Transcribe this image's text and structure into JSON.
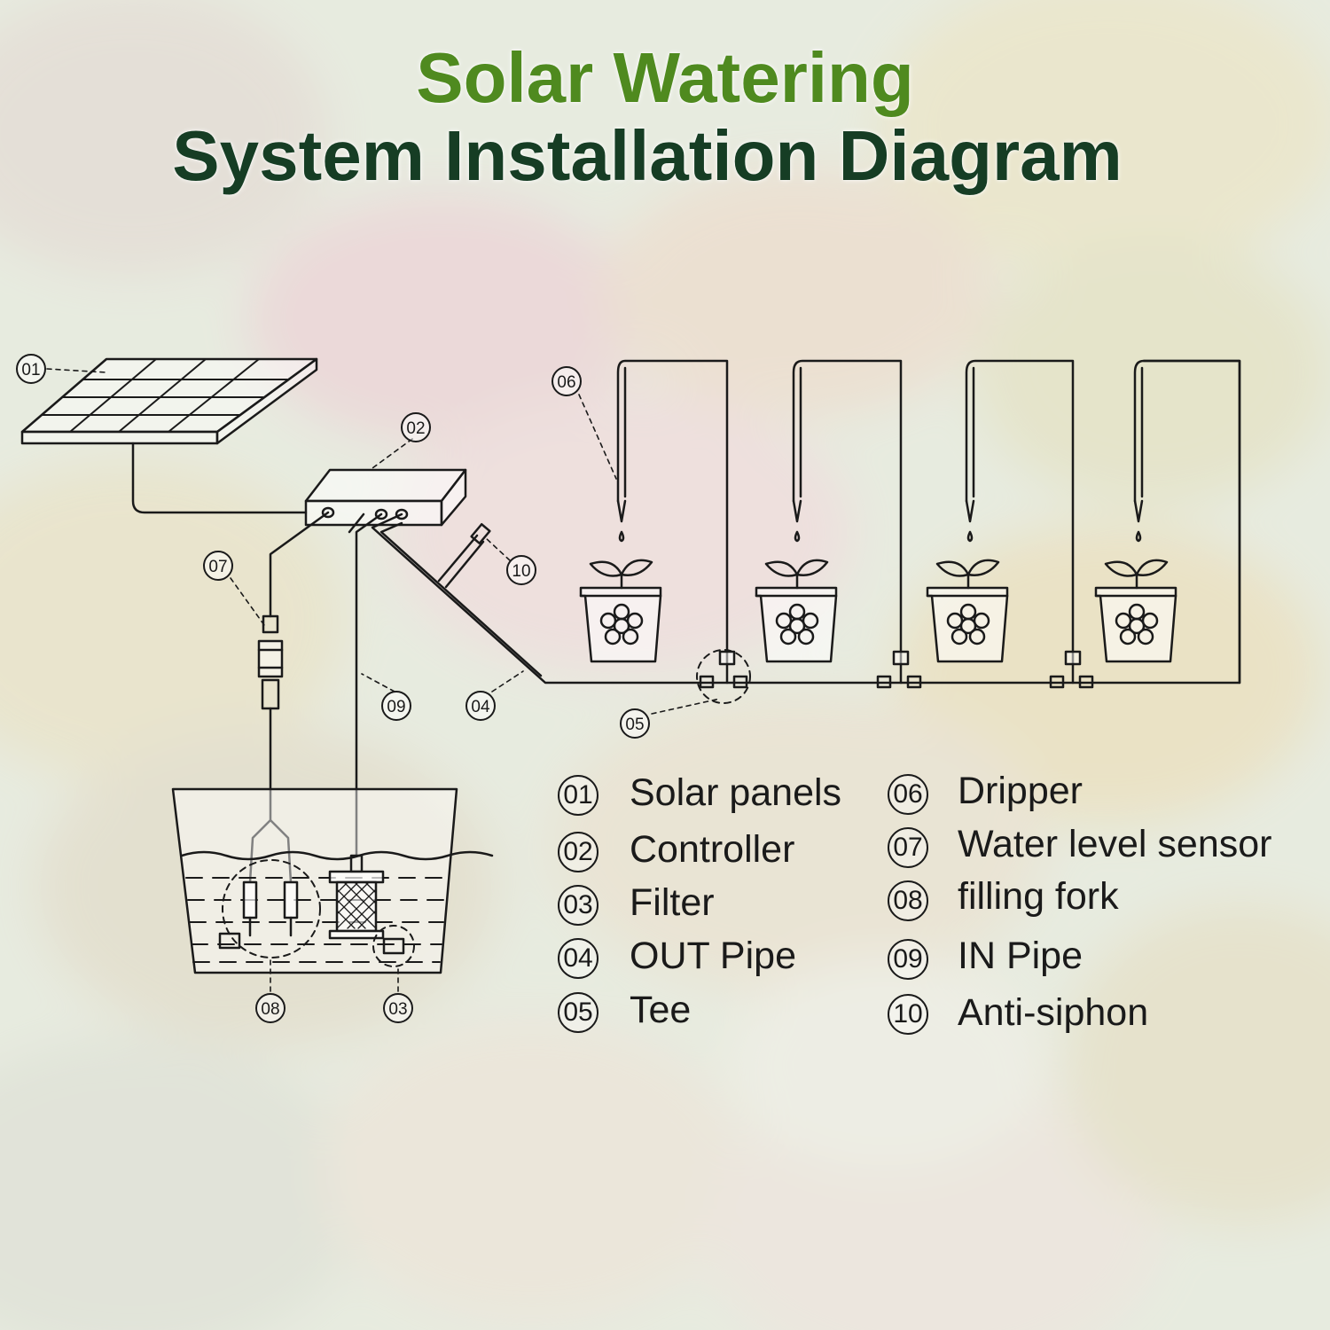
{
  "title": {
    "line1": "Solar Watering",
    "line2": "System Installation Diagram"
  },
  "colors": {
    "title_accent": "#4f8a1f",
    "title_dark": "#163d24",
    "line": "#1a1a1a"
  },
  "callouts": {
    "c01": "01",
    "c02": "02",
    "c03": "03",
    "c04": "04",
    "c05": "05",
    "c06": "06",
    "c07": "07",
    "c08": "08",
    "c09": "09",
    "c10": "10"
  },
  "legend": [
    {
      "num": "01",
      "label": "Solar panels"
    },
    {
      "num": "02",
      "label": "Controller"
    },
    {
      "num": "03",
      "label": "Filter"
    },
    {
      "num": "04",
      "label": "OUT Pipe"
    },
    {
      "num": "05",
      "label": "Tee"
    },
    {
      "num": "06",
      "label": "Dripper"
    },
    {
      "num": "07",
      "label": "Water level sensor"
    },
    {
      "num": "08",
      "label": "filling fork"
    },
    {
      "num": "09",
      "label": "IN Pipe"
    },
    {
      "num": "10",
      "label": "Anti-siphon"
    }
  ]
}
